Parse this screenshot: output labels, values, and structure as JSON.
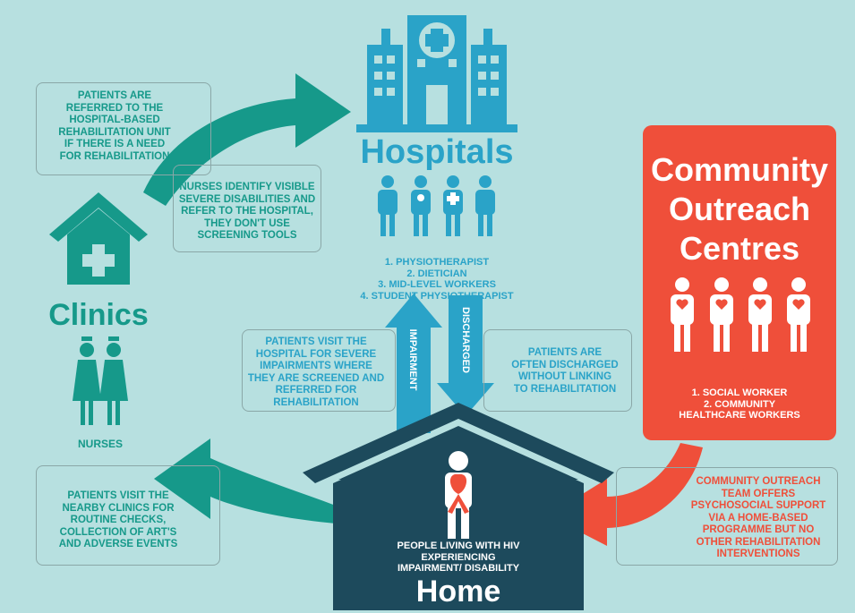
{
  "title": "",
  "colors": {
    "background": "#b7e0e0",
    "clinic_teal": "#16998a",
    "hospital_blue": "#2aa3c8",
    "community_red": "#ef4f3a",
    "home_dark": "#1d4a5c"
  },
  "nodes": {
    "hospitals": {
      "title": "Hospitals",
      "staff": [
        "1. PHYSIOTHERAPIST",
        "2. DIETICIAN",
        "3. MID-LEVEL WORKERS",
        "4. STUDENT PHYSIOTHERAPIST"
      ],
      "icon": "hospital-building-icon"
    },
    "clinics": {
      "title": "Clinics",
      "staff_label": "NURSES",
      "icon": "clinic-house-icon"
    },
    "community": {
      "title_lines": [
        "Community",
        "Outreach",
        "Centres"
      ],
      "staff": [
        "1. SOCIAL WORKER",
        "2. COMMUNITY",
        "HEALTHCARE WORKERS"
      ],
      "icon": "community-workers-icon"
    },
    "home": {
      "title": "Home",
      "description_lines": [
        "PEOPLE LIVING WITH HIV",
        "EXPERIENCING",
        "IMPAIRMENT/ DISABILITY"
      ],
      "icon": "hiv-ribbon-person-icon"
    }
  },
  "arrows": {
    "impairment": "IMPAIRMENT",
    "discharged": "DISCHARGED"
  },
  "notes": {
    "clinic_to_hospital_referral": [
      "PATIENTS ARE",
      "REFERRED TO THE",
      "HOSPITAL-BASED",
      "REHABILITATION UNIT",
      "IF THERE IS A NEED",
      "FOR REHABILITATION"
    ],
    "nurses_identify": [
      "NURSES IDENTIFY VISIBLE",
      "SEVERE DISABILITIES AND",
      "REFER TO THE HOSPITAL,",
      "THEY DON'T USE",
      "SCREENING TOOLS"
    ],
    "home_to_hospital": [
      "PATIENTS VISIT THE",
      "HOSPITAL FOR SEVERE",
      "IMPAIRMENTS WHERE",
      "THEY ARE SCREENED AND",
      "REFERRED FOR",
      "REHABILITATION"
    ],
    "discharged": [
      "PATIENTS ARE",
      "OFTEN DISCHARGED",
      "WITHOUT LINKING",
      "TO REHABILITATION"
    ],
    "home_to_clinic": [
      "PATIENTS VISIT THE",
      "NEARBY CLINICS FOR",
      "ROUTINE CHECKS,",
      "COLLECTION OF ART'S",
      "AND ADVERSE EVENTS"
    ],
    "community_outreach": [
      "COMMUNITY OUTREACH",
      "TEAM OFFERS",
      "PSYCHOSOCIAL SUPPORT",
      "VIA A HOME-BASED",
      "PROGRAMME BUT NO",
      "OTHER REHABILITATION",
      "INTERVENTIONS"
    ]
  }
}
